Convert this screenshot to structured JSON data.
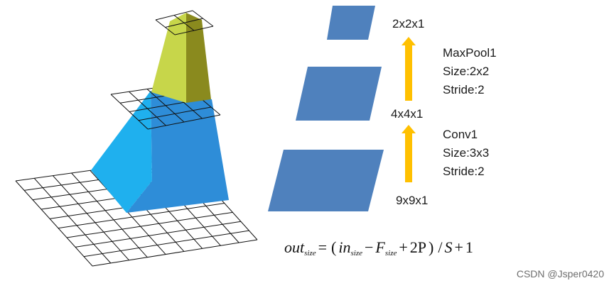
{
  "layers": [
    {
      "id": "pool-output",
      "size_label": "2x2x1"
    },
    {
      "id": "conv-output",
      "size_label": "4x4x1"
    },
    {
      "id": "input",
      "size_label": "9x9x1"
    }
  ],
  "ops": [
    {
      "id": "maxpool1",
      "name": "MaxPool1",
      "size": "Size:2x2",
      "stride": "Stride:2"
    },
    {
      "id": "conv1",
      "name": "Conv1",
      "size": "Size:3x3",
      "stride": "Stride:2"
    }
  ],
  "formula": {
    "lhs": "out",
    "lhs_sub": "size",
    "in": "in",
    "in_sub": "size",
    "f": "F",
    "f_sub": "size",
    "two_p": "2P",
    "s": "S",
    "one": "1"
  },
  "watermark": "CSDN @Jsper0420",
  "colors": {
    "layer_fill": "#4f81bd",
    "arrow": "#ffc000",
    "frustum_light": "#1fb0ee",
    "frustum_dark": "#2e8dd8",
    "top_light": "#c7d64a",
    "top_dark": "#8a8a1e",
    "grid": "#111111"
  }
}
